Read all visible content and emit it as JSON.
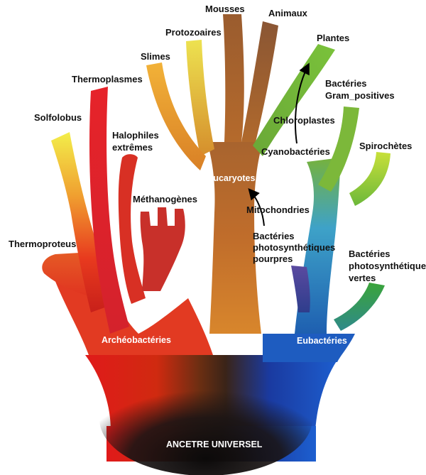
{
  "labels": {
    "mousses": "Mousses",
    "animaux": "Animaux",
    "protozoaires": "Protozoaires",
    "plantes": "Plantes",
    "slimes": "Slimes",
    "thermoplasmes": "Thermoplasmes",
    "bacteries_gram_line1": "Bactéries",
    "bacteries_gram_line2": "Gram_positives",
    "chloroplastes": "Chloroplastes",
    "solfolobus": "Solfolobus",
    "halophiles_line1": "Halophiles",
    "halophiles_line2": "extrêmes",
    "cyanobacteries": "Cyanobactéries",
    "spirochetes": "Spirochètes",
    "eucaryotes": "Eucaryotes",
    "methanogenes": "Méthanogènes",
    "mitochondries": "Mitochondries",
    "thermoproteus": "Thermoproteus",
    "bact_pourpres_line1": "Bactéries",
    "bact_pourpres_line2": "photosynthétiques",
    "bact_pourpres_line3": "pourpres",
    "bact_vertes_line1": "Bactéries",
    "bact_vertes_line2": "photosynthétiques",
    "bact_vertes_line3": "vertes",
    "archeobacteries": "Archéobactéries",
    "urcaryotes": "Urcaryotes",
    "eubacteries": "Eubactéries",
    "ancetre": "ANCETRE UNIVERSEL"
  }
}
